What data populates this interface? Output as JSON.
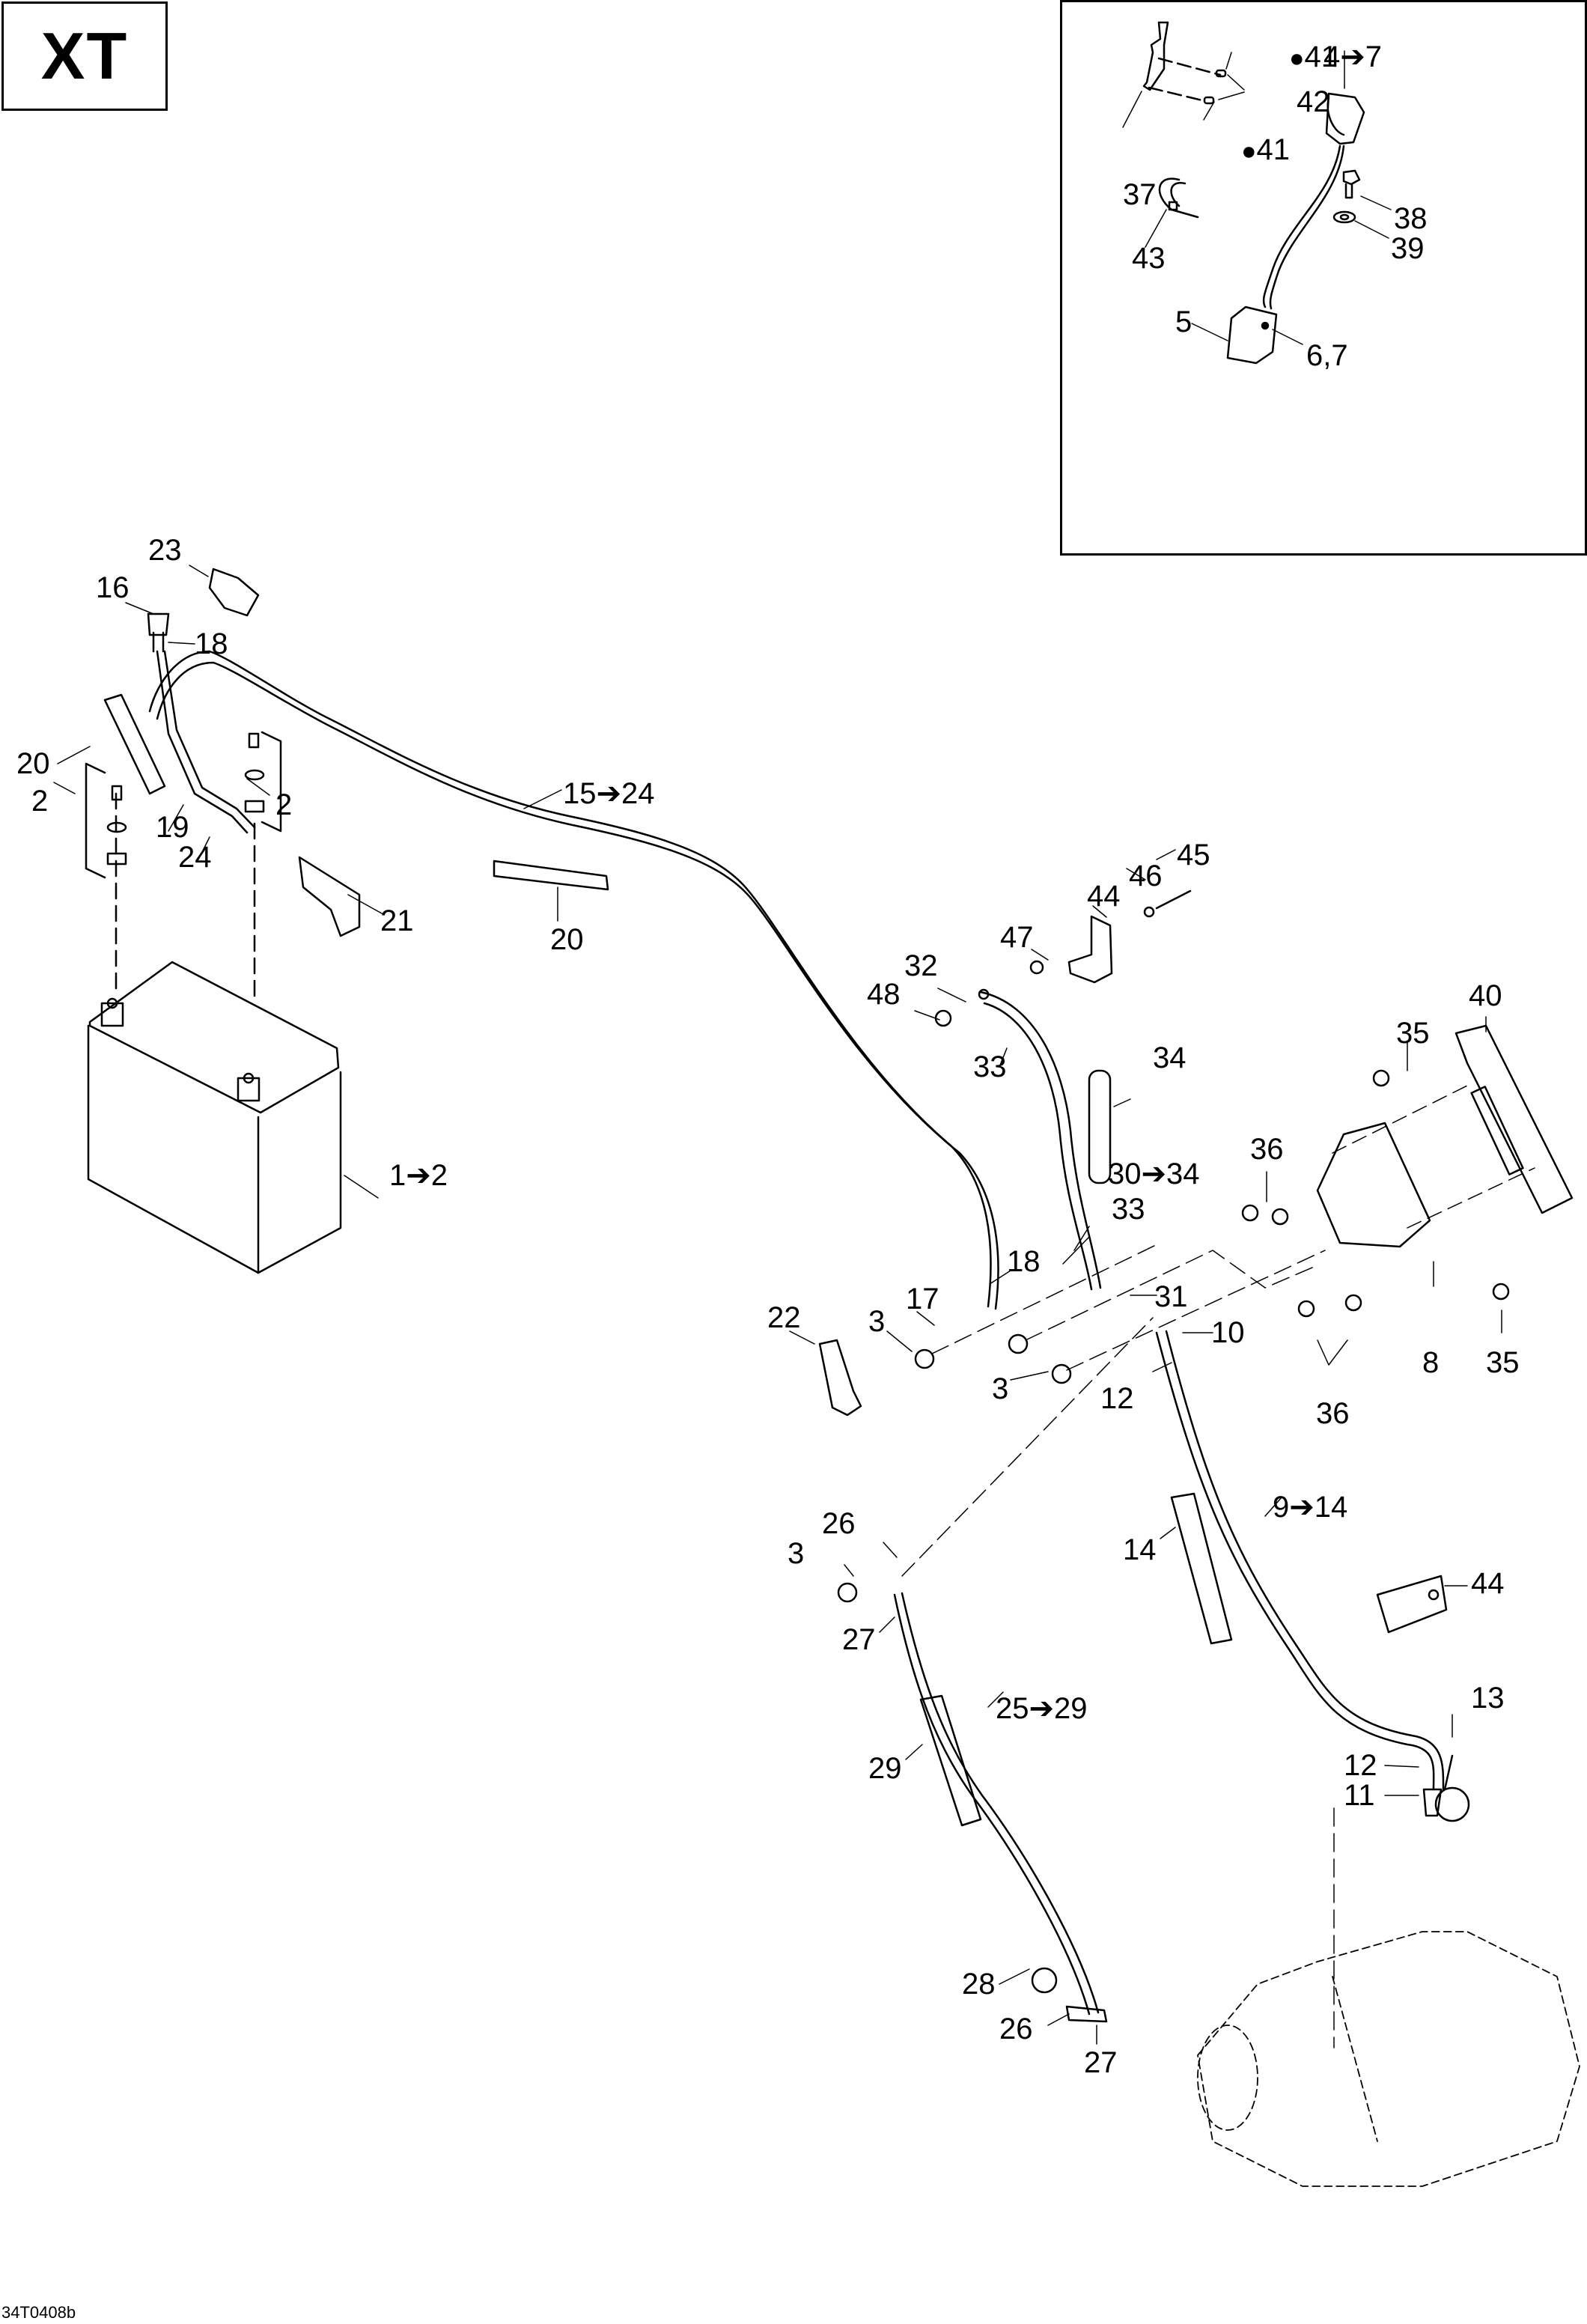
{
  "badge": {
    "text": "XT"
  },
  "figure_code": "34T0408b",
  "inset": {
    "callouts": {
      "c37": "37",
      "c41a": "41",
      "c41b": "41",
      "c42": "42",
      "c4to7": "4➔7",
      "c38": "38",
      "c39": "39",
      "c43": "43",
      "c5": "5",
      "c67": "6,7"
    },
    "drop_icon": "💧"
  },
  "main": {
    "callouts": {
      "c23": "23",
      "c16": "16",
      "c18a": "18",
      "c20a": "20",
      "c2a": "2",
      "c2b": "2",
      "c19": "19",
      "c24": "24",
      "c21": "21",
      "c15to24": "15➔24",
      "c20b": "20",
      "c1to2": "1➔2",
      "c45": "45",
      "c46": "46",
      "c44a": "44",
      "c47": "47",
      "c32": "32",
      "c48": "48",
      "c33a": "33",
      "c34": "34",
      "c40": "40",
      "c35a": "35",
      "c36a": "36",
      "c30to34": "30➔34",
      "c33b": "33",
      "c18b": "18",
      "c17": "17",
      "c31": "31",
      "c22": "22",
      "c3a": "3",
      "c10": "10",
      "c3b": "3",
      "c12a": "12",
      "c8": "8",
      "c35b": "35",
      "c36b": "36",
      "c26a": "26",
      "c3c": "3",
      "c9to14": "9➔14",
      "c14": "14",
      "c44b": "44",
      "c27a": "27",
      "c25to29": "25➔29",
      "c13": "13",
      "c29": "29",
      "c12b": "12",
      "c11": "11",
      "c28": "28",
      "c26b": "26",
      "c27b": "27"
    }
  }
}
